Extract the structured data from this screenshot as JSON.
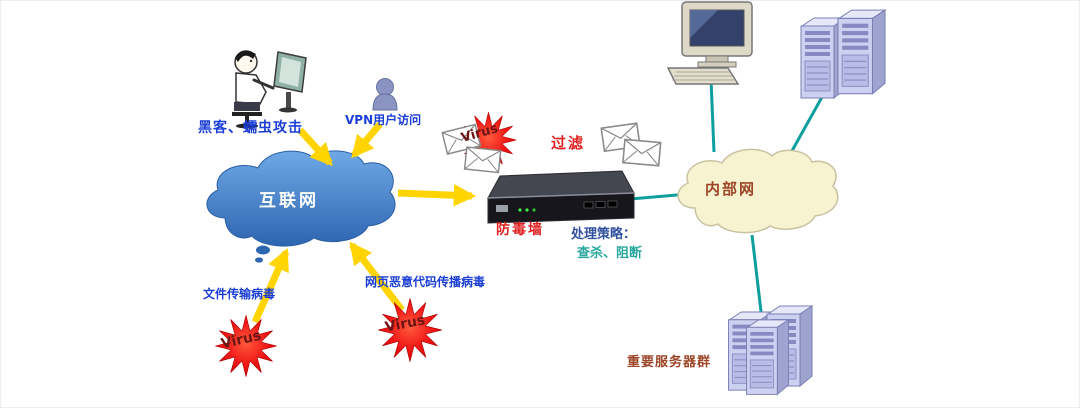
{
  "labels": {
    "hacker_attack": "黑客、蠕虫攻击",
    "vpn_access": "VPN用户访问",
    "internet": "互联网",
    "virus": "Virus",
    "filter": "过滤",
    "firewall": "防毒墙",
    "policy_title": "处理策略：",
    "policy_actions": "查杀、阻断",
    "intranet": "内部网",
    "file_transfer_virus": "文件传输病毒",
    "web_malicious_code_virus": "网页恶意代码传播病毒",
    "important_servers": "重要服务器群"
  },
  "colors": {
    "internet_cloud_top": "#6fa8e6",
    "internet_cloud_bottom": "#2d66b0",
    "intranet_cloud_fill": "#f7f2d0",
    "arrow_yellow": "#ffd400",
    "link_teal": "#0d9e9e",
    "virus_burst_red": "#e01010",
    "label_blue": "#1b3ed6",
    "label_red": "#e02020",
    "label_teal": "#2aa8a0",
    "label_brown_red": "#9c4527",
    "policy_blue": "#31509e"
  },
  "icons": {
    "hacker_workstation": "person-at-computer-icon",
    "vpn_user": "person-icon",
    "mail": "envelope-icon",
    "firewall_device": "rack-appliance-icon",
    "desktop": "desktop-computer-icon",
    "server": "server-tower-icon",
    "virus": "starburst-icon",
    "internet": "cloud-icon",
    "intranet": "cloud-icon"
  }
}
